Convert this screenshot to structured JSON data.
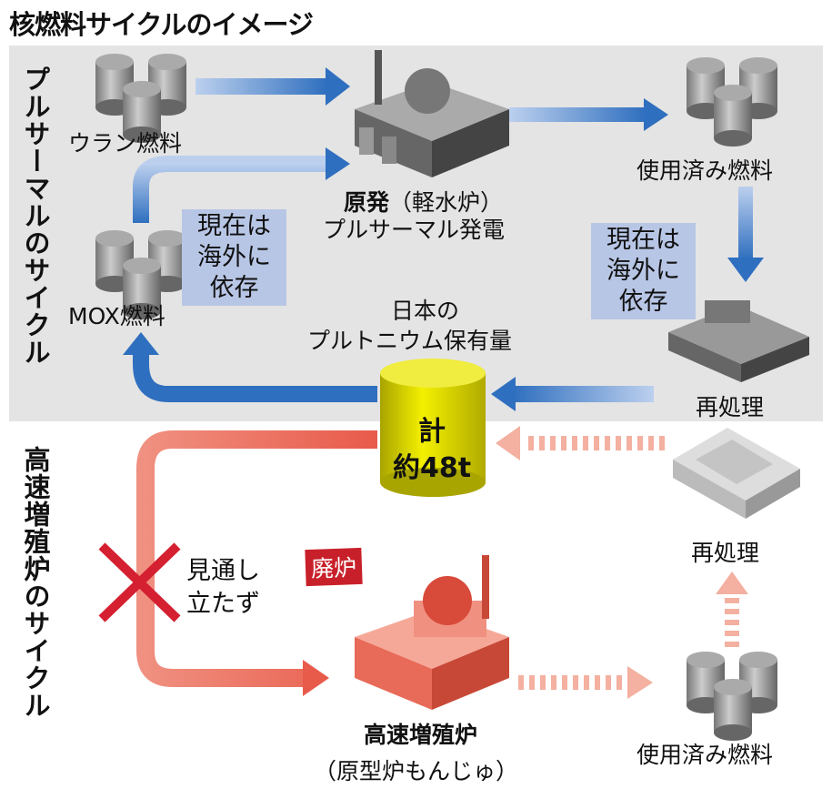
{
  "title": "核燃料サイクルのイメージ",
  "sections": {
    "pluthermal": "プルサーマルのサイクル",
    "fbr": "高速増殖炉のサイクル"
  },
  "labels": {
    "uranium": "ウラン燃料",
    "plant_1": "原発",
    "plant_1b": "（軽水炉）",
    "plant_2": "プルサーマル発電",
    "spent_top": "使用済み燃料",
    "mox": "MOX燃料",
    "overseas_1": "現在は海外に依存",
    "overseas_2": "現在は海外に依存",
    "reprocess_top": "再処理",
    "pu_holding_1": "日本の",
    "pu_holding_2": "プルトニウム保有量",
    "total_1": "計",
    "total_2": "約48t",
    "no_outlook": "見通し立たず",
    "decommission": "廃炉",
    "reprocess_bottom": "再処理",
    "spent_bottom": "使用済み燃料",
    "fbr_1": "高速増殖炉",
    "fbr_2": "（原型炉もんじゅ）"
  },
  "colors": {
    "blue": "#2f6fbf",
    "red": "#e85a4a",
    "panel": "#e4e4e4",
    "yellow": "#e6e000"
  }
}
